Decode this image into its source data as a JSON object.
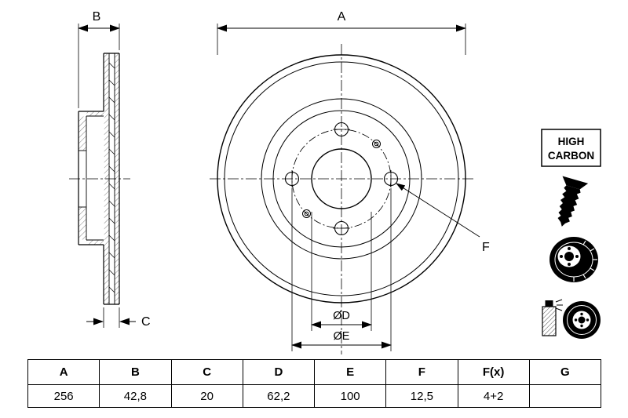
{
  "drawing": {
    "dim_labels": {
      "a": "A",
      "b": "B",
      "c": "C",
      "d": "ØD",
      "e": "ØE",
      "f": "F"
    },
    "badge": {
      "line1": "HIGH",
      "line2": "CARBON"
    }
  },
  "icons": {
    "screw": "countersunk-screw",
    "disc": "vented-brake-disc",
    "spray": "coated-disc-spray"
  },
  "table": {
    "headers": [
      "A",
      "B",
      "C",
      "D",
      "E",
      "F",
      "F(x)",
      "G"
    ],
    "values": [
      "256",
      "42,8",
      "20",
      "62,2",
      "100",
      "12,5",
      "4+2",
      ""
    ]
  },
  "colors": {
    "line": "#000000",
    "background": "#ffffff"
  }
}
